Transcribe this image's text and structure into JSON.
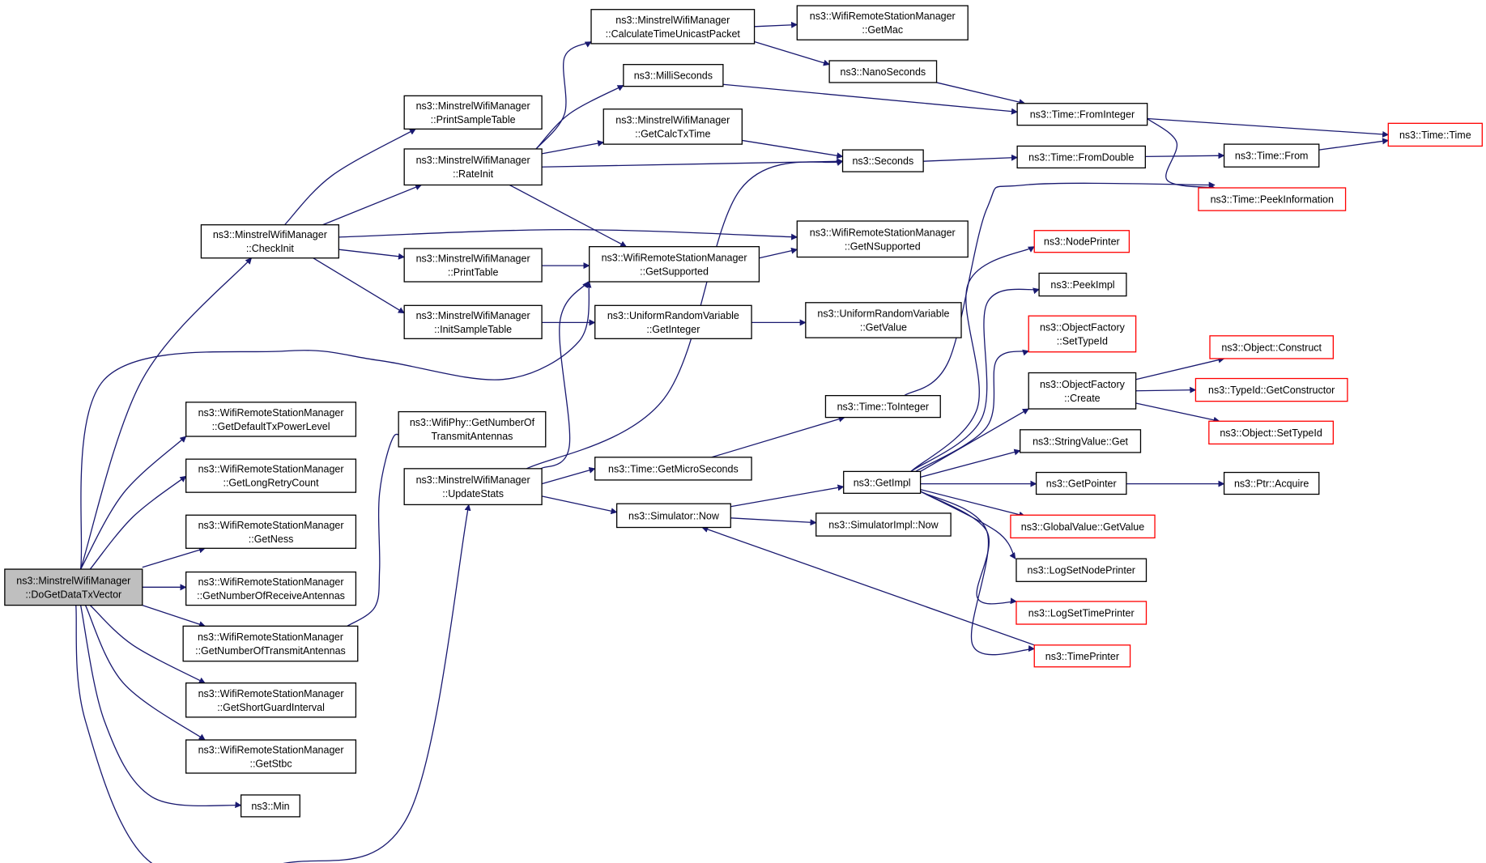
{
  "graph": {
    "title": "",
    "nodes": [
      {
        "id": "root",
        "lines": [
          "ns3::MinstrelWifiManager",
          "::DoGetDataTxVector"
        ],
        "style": "root"
      },
      {
        "id": "checkinit",
        "lines": [
          "ns3::MinstrelWifiManager",
          "::CheckInit"
        ],
        "style": "normal"
      },
      {
        "id": "printsample",
        "lines": [
          "ns3::MinstrelWifiManager",
          "::PrintSampleTable"
        ],
        "style": "normal"
      },
      {
        "id": "rateinit",
        "lines": [
          "ns3::MinstrelWifiManager",
          "::RateInit"
        ],
        "style": "normal"
      },
      {
        "id": "printtable",
        "lines": [
          "ns3::MinstrelWifiManager",
          "::PrintTable"
        ],
        "style": "normal"
      },
      {
        "id": "initsample",
        "lines": [
          "ns3::MinstrelWifiManager",
          "::InitSampleTable"
        ],
        "style": "normal"
      },
      {
        "id": "getdefaulttx",
        "lines": [
          "ns3::WifiRemoteStationManager",
          "::GetDefaultTxPowerLevel"
        ],
        "style": "normal"
      },
      {
        "id": "getlongretry",
        "lines": [
          "ns3::WifiRemoteStationManager",
          "::GetLongRetryCount"
        ],
        "style": "normal"
      },
      {
        "id": "getness",
        "lines": [
          "ns3::WifiRemoteStationManager",
          "::GetNess"
        ],
        "style": "normal"
      },
      {
        "id": "getnumrecv",
        "lines": [
          "ns3::WifiRemoteStationManager",
          "::GetNumberOfReceiveAntennas"
        ],
        "style": "normal"
      },
      {
        "id": "getnumtx",
        "lines": [
          "ns3::WifiRemoteStationManager",
          "::GetNumberOfTransmitAntennas"
        ],
        "style": "normal"
      },
      {
        "id": "getsgi",
        "lines": [
          "ns3::WifiRemoteStationManager",
          "::GetShortGuardInterval"
        ],
        "style": "normal"
      },
      {
        "id": "getstbc",
        "lines": [
          "ns3::WifiRemoteStationManager",
          "::GetStbc"
        ],
        "style": "normal"
      },
      {
        "id": "min",
        "lines": [
          "ns3::Min"
        ],
        "style": "normal"
      },
      {
        "id": "wifiphynumtx",
        "lines": [
          "ns3::WifiPhy::GetNumberOf",
          "TransmitAntennas"
        ],
        "style": "normal"
      },
      {
        "id": "updatestats",
        "lines": [
          "ns3::MinstrelWifiManager",
          "::UpdateStats"
        ],
        "style": "normal"
      },
      {
        "id": "calctimeunicast",
        "lines": [
          "ns3::MinstrelWifiManager",
          "::CalculateTimeUnicastPacket"
        ],
        "style": "normal"
      },
      {
        "id": "milliseconds",
        "lines": [
          "ns3::MilliSeconds"
        ],
        "style": "normal"
      },
      {
        "id": "getcalctxtime",
        "lines": [
          "ns3::MinstrelWifiManager",
          "::GetCalcTxTime"
        ],
        "style": "normal"
      },
      {
        "id": "getsupported",
        "lines": [
          "ns3::WifiRemoteStationManager",
          "::GetSupported"
        ],
        "style": "normal"
      },
      {
        "id": "urvgetinteger",
        "lines": [
          "ns3::UniformRandomVariable",
          "::GetInteger"
        ],
        "style": "normal"
      },
      {
        "id": "getmicroseconds",
        "lines": [
          "ns3::Time::GetMicroSeconds"
        ],
        "style": "normal"
      },
      {
        "id": "simnow",
        "lines": [
          "ns3::Simulator::Now"
        ],
        "style": "normal"
      },
      {
        "id": "getmac",
        "lines": [
          "ns3::WifiRemoteStationManager",
          "::GetMac"
        ],
        "style": "normal"
      },
      {
        "id": "nanoseconds",
        "lines": [
          "ns3::NanoSeconds"
        ],
        "style": "normal"
      },
      {
        "id": "seconds",
        "lines": [
          "ns3::Seconds"
        ],
        "style": "normal"
      },
      {
        "id": "getnsupported",
        "lines": [
          "ns3::WifiRemoteStationManager",
          "::GetNSupported"
        ],
        "style": "normal"
      },
      {
        "id": "urvgetvalue",
        "lines": [
          "ns3::UniformRandomVariable",
          "::GetValue"
        ],
        "style": "normal"
      },
      {
        "id": "tointeger",
        "lines": [
          "ns3::Time::ToInteger"
        ],
        "style": "normal"
      },
      {
        "id": "getimpl",
        "lines": [
          "ns3::GetImpl"
        ],
        "style": "normal"
      },
      {
        "id": "simimplnow",
        "lines": [
          "ns3::SimulatorImpl::Now"
        ],
        "style": "normal"
      },
      {
        "id": "fromint",
        "lines": [
          "ns3::Time::FromInteger"
        ],
        "style": "normal"
      },
      {
        "id": "fromdouble",
        "lines": [
          "ns3::Time::FromDouble"
        ],
        "style": "normal"
      },
      {
        "id": "nodeprinter",
        "lines": [
          "ns3::NodePrinter"
        ],
        "style": "red"
      },
      {
        "id": "peekimpl",
        "lines": [
          "ns3::PeekImpl"
        ],
        "style": "normal"
      },
      {
        "id": "ofsettypeid",
        "lines": [
          "ns3::ObjectFactory",
          "::SetTypeId"
        ],
        "style": "red"
      },
      {
        "id": "ofcreate",
        "lines": [
          "ns3::ObjectFactory",
          "::Create"
        ],
        "style": "normal"
      },
      {
        "id": "stringvalueget",
        "lines": [
          "ns3::StringValue::Get"
        ],
        "style": "normal"
      },
      {
        "id": "getpointer",
        "lines": [
          "ns3::GetPointer"
        ],
        "style": "normal"
      },
      {
        "id": "globalvalueget",
        "lines": [
          "ns3::GlobalValue::GetValue"
        ],
        "style": "red"
      },
      {
        "id": "logsetnodeprinter",
        "lines": [
          "ns3::LogSetNodePrinter"
        ],
        "style": "normal"
      },
      {
        "id": "logsettimeprinter",
        "lines": [
          "ns3::LogSetTimePrinter"
        ],
        "style": "red"
      },
      {
        "id": "timeprinter",
        "lines": [
          "ns3::TimePrinter"
        ],
        "style": "red"
      },
      {
        "id": "timefrom",
        "lines": [
          "ns3::Time::From"
        ],
        "style": "normal"
      },
      {
        "id": "peekinfo",
        "lines": [
          "ns3::Time::PeekInformation"
        ],
        "style": "red"
      },
      {
        "id": "timetime",
        "lines": [
          "ns3::Time::Time"
        ],
        "style": "red"
      },
      {
        "id": "objconstruct",
        "lines": [
          "ns3::Object::Construct"
        ],
        "style": "red"
      },
      {
        "id": "typeidgetctor",
        "lines": [
          "ns3::TypeId::GetConstructor"
        ],
        "style": "red"
      },
      {
        "id": "objsettypeid",
        "lines": [
          "ns3::Object::SetTypeId"
        ],
        "style": "red"
      },
      {
        "id": "ptracquire",
        "lines": [
          "ns3::Ptr::Acquire"
        ],
        "style": "normal"
      }
    ]
  }
}
